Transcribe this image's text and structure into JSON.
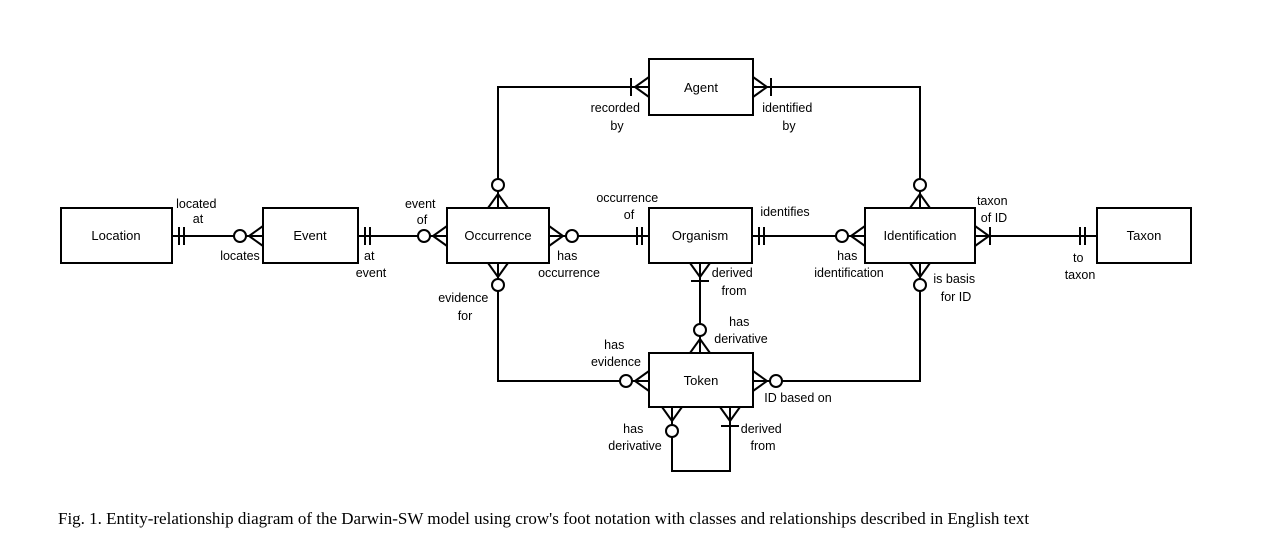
{
  "entities": {
    "location": "Location",
    "event": "Event",
    "occurrence": "Occurrence",
    "organism": "Organism",
    "identification": "Identification",
    "taxon": "Taxon",
    "agent": "Agent",
    "token": "Token"
  },
  "relationships": {
    "located_at": [
      "located",
      "at"
    ],
    "locates": [
      "locates"
    ],
    "at_event": [
      "at",
      "event"
    ],
    "event_of": [
      "event",
      "of"
    ],
    "has_occurrence": [
      "has",
      "occurrence"
    ],
    "occurrence_of": [
      "occurrence",
      "of"
    ],
    "identifies": [
      "identifies"
    ],
    "has_identification": [
      "has",
      "identification"
    ],
    "taxon_of_id": [
      "taxon",
      "of ID"
    ],
    "to_taxon": [
      "to",
      "taxon"
    ],
    "recorded_by": [
      "recorded",
      "by"
    ],
    "identified_by": [
      "identified",
      "by"
    ],
    "evidence_for": [
      "evidence",
      "for"
    ],
    "has_evidence": [
      "has",
      "evidence"
    ],
    "derived_from_organism": [
      "derived",
      "from"
    ],
    "has_derivative_organism": [
      "has",
      "derivative"
    ],
    "is_basis_for_id": [
      "is basis",
      "for ID"
    ],
    "id_based_on": [
      "ID based on"
    ],
    "has_derivative_token": [
      "has",
      "derivative"
    ],
    "derived_from_token": [
      "derived",
      "from"
    ]
  },
  "caption": "Fig. 1. Entity-relationship diagram of the Darwin-SW model using crow's foot notation with classes and relationships described in English text"
}
